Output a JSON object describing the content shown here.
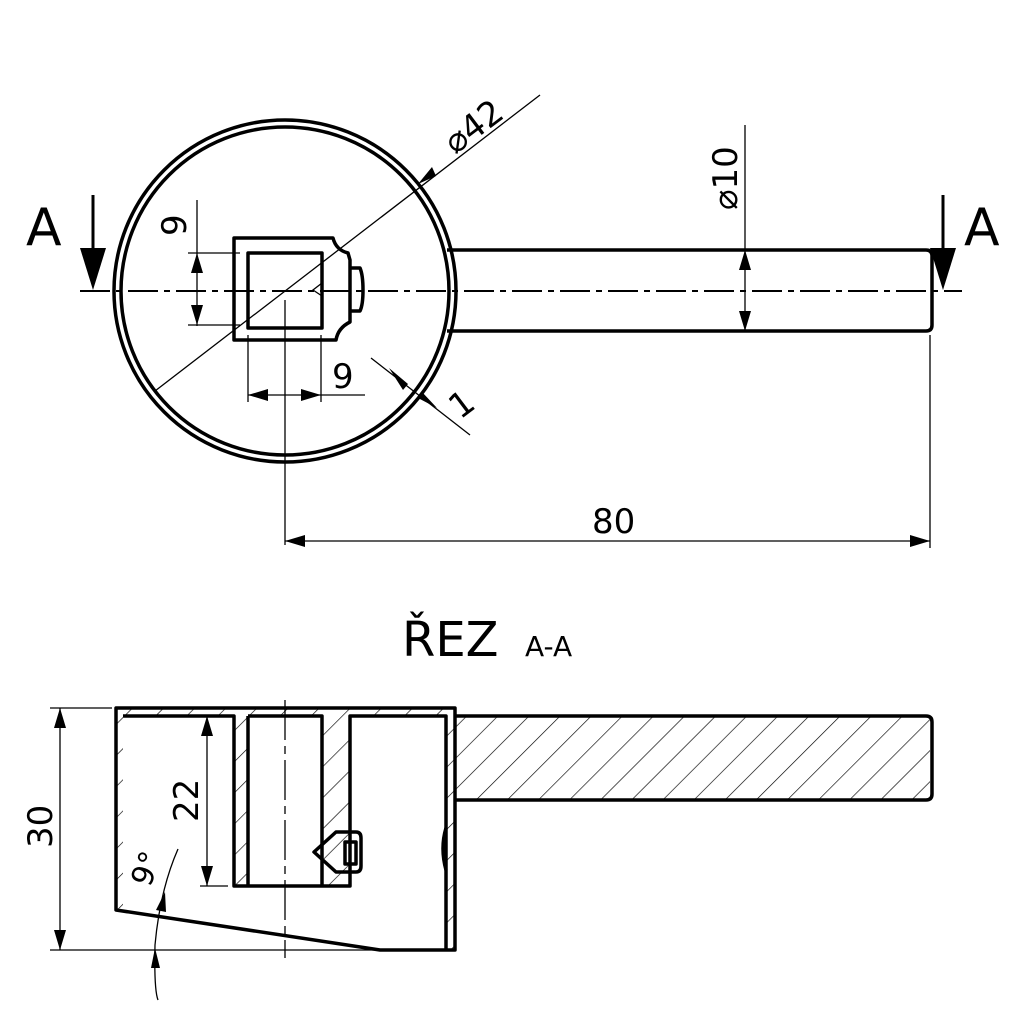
{
  "drawing": {
    "section_marker_left": "A",
    "section_marker_right": "A",
    "dim_circle_diameter": "⌀42",
    "dim_rod_diameter": "⌀10",
    "dim_square_height": "9",
    "dim_square_width": "9",
    "dim_wall_thickness": "1",
    "dim_length": "80",
    "section_title": "ŘEZ",
    "section_title_suffix": "A-A",
    "dim_total_height": "30",
    "dim_inner_depth": "22",
    "dim_angle": "9°"
  }
}
